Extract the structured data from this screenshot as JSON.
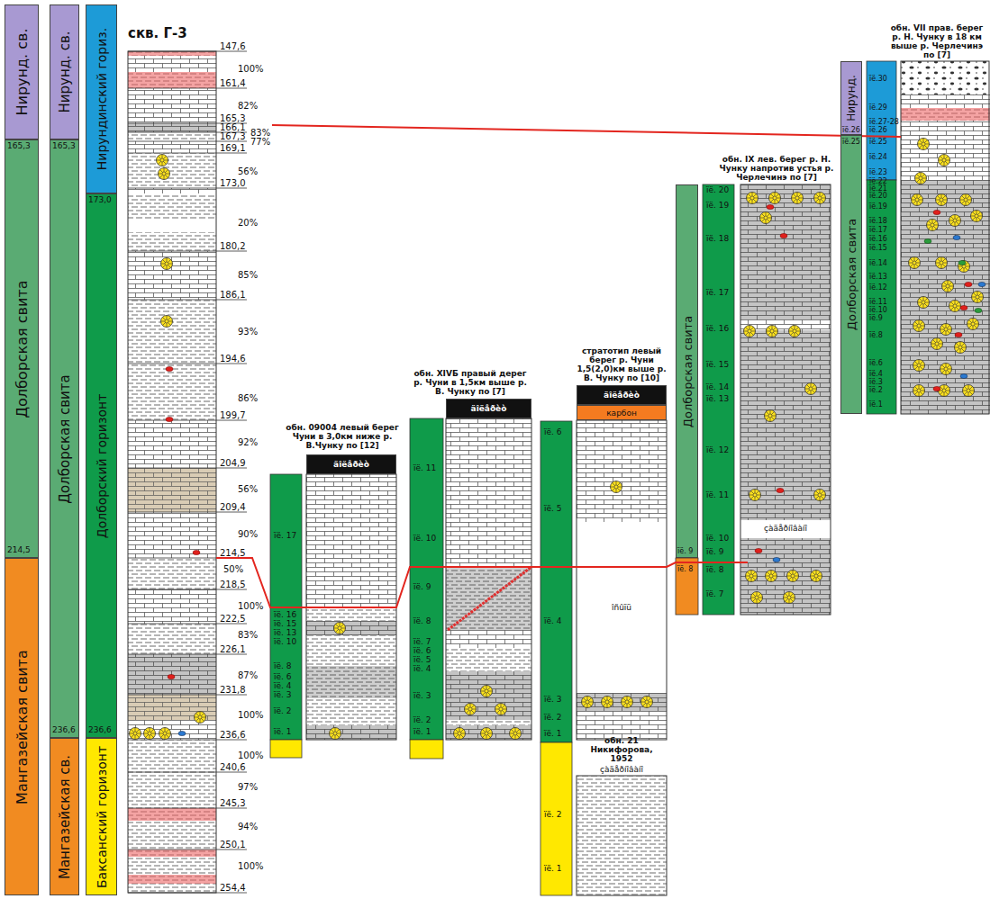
{
  "diagram": {
    "nodes": [
      {
        "text": [
          "Нирунд. св."
        ]
      },
      {
        "text": [
          "Долборская свита"
        ]
      },
      {
        "text": [
          "Мангазейская свита"
        ]
      },
      {
        "text": [
          "Нирунд. св."
        ]
      },
      {
        "text": [
          "Долборская свита"
        ]
      },
      {
        "text": [
          "Мангазейская св."
        ]
      },
      {
        "text": [
          "Нирундинский гориз."
        ]
      },
      {
        "text": [
          "Долборский горизонт"
        ]
      },
      {
        "text": [
          "Баксанский горизонт"
        ]
      },
      {
        "text": [
          "äîëåðèò"
        ]
      },
      {
        "text": [
          "äîëåðèò"
        ]
      },
      {
        "text": [
          "äîëåðèò"
        ]
      },
      {
        "text": [
          "карбон"
        ]
      },
      {
        "text": [
          "Долборская свита"
        ]
      },
      {
        "text": [
          "Долборская свита"
        ]
      },
      {
        "text": [
          "Нирунд."
        ]
      }
    ],
    "labels": [
      "скв. Г-3",
      "147,6",
      "161,4",
      "165,3",
      "166,1",
      "167,3",
      "169,1",
      "173,0",
      "180,2",
      "186,1",
      "194,6",
      "199,7",
      "204,9",
      "209,4",
      "214,5",
      "218,5",
      "222,5",
      "226,1",
      "231,8",
      "236,6",
      "240,6",
      "245,3",
      "250,1",
      "254,4",
      "100%",
      "82%",
      "83%",
      "77%",
      "56%",
      "20%",
      "85%",
      "93%",
      "86%",
      "92%",
      "56%",
      "90%",
      "50%",
      "100%",
      "83%",
      "87%",
      "100%",
      "100%",
      "97%",
      "94%",
      "100%",
      "165,3",
      "214,5",
      "165,3",
      "236,6",
      "173,0",
      "236,6",
      "обн. 09004 левый берег Чуни в 3,0км ниже р. В.Чунку по [12]",
      "ïë. 17",
      "ïë. 16",
      "ïë. 15",
      "ïë. 13",
      "ïë. 10",
      "ïë. 8",
      "ïë. 6",
      "ïë. 4",
      "ïë. 3",
      "ïë. 2",
      "ïë. 1",
      "обн. XIVБ правый дерег р. Чуни в 1,5км выше р. В. Чунку по [7]",
      "ïë. 11",
      "ïë. 10",
      "ïë. 9",
      "ïë. 8",
      "ïë. 7",
      "ïë. 6",
      "ïë. 5",
      "ïë. 4",
      "ïë. 3",
      "ïë. 2",
      "ïë. 1",
      "стратотип левый берег р. Чуни 1,5(2,0)км выше р. В. Чунку по [10]",
      "ïë. 6",
      "ïë. 5",
      "ïë. 4",
      "ïë. 3",
      "ïë. 2",
      "ïë. 1",
      "ïë. 2",
      "ïë. 1",
      "îñûïü",
      "обн. 21 Никифорова, 1952",
      "çàäåðíîâàíî",
      "обн. IX лев. берег р. Н. Чунку напротив устья р. Черлечинэ по [7]",
      "ïë. 20",
      "ïë. 19",
      "ïë. 18",
      "ïë. 17",
      "ïë. 16",
      "ïë. 15",
      "ïë. 14",
      "ïë. 13",
      "ïë. 12",
      "ïë. 11",
      "ïë. 10",
      "ïë. 9",
      "ïë. 8",
      "ïë. 7",
      "ïë. 9",
      "ïë. 8",
      "çàäåðíîâàíî",
      "обн. VII прав. берег р. Н. Чунку в 18 км выше р. Черлечинэ по [7]",
      "ïë.30",
      "ïë.29",
      "ïë.27-28",
      "ïë.26",
      "ïë.25",
      "ïë.24",
      "ïë.23",
      "ïë.22",
      "ïë.21",
      "ïë.20",
      "ïë.19",
      "ïë.18",
      "ïë.17",
      "ïë.16",
      "ïë.15",
      "ïë.14",
      "ïë.13",
      "ïë.12",
      "ïë.11",
      "ïë.10",
      "ïë.9",
      "ïë.8",
      "ïë.6",
      "ïë.4",
      "ïë.3",
      "ïë.2",
      "ïë.1",
      "ïë.26",
      "ïë.25"
    ]
  }
}
